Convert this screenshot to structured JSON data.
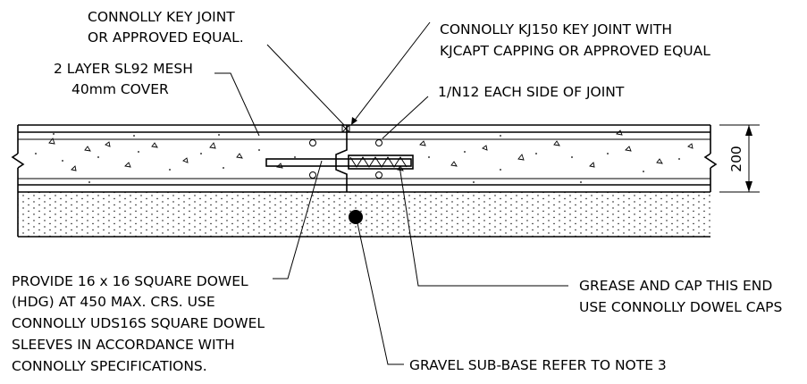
{
  "labels": {
    "key_joint_1": "CONNOLLY KEY JOINT",
    "key_joint_2": "OR APPROVED EQUAL.",
    "kj150_1": "CONNOLLY KJ150 KEY JOINT WITH",
    "kj150_2": "KJCAPT CAPPING OR APPROVED EQUAL",
    "mesh_1": "2 LAYER SL92 MESH",
    "mesh_2": "40mm COVER",
    "n12": "1/N12 EACH SIDE OF JOINT",
    "dimension": "200",
    "dowel_1": "PROVIDE 16 x 16 SQUARE DOWEL",
    "dowel_2": "(HDG) AT 450 MAX. CRS. USE",
    "dowel_3": "CONNOLLY UDS16S SQUARE DOWEL",
    "dowel_4": "SLEEVES IN ACCORDANCE WITH",
    "dowel_5": "CONNOLLY SPECIFICATIONS.",
    "grease_1": "GREASE AND CAP THIS END",
    "grease_2": "USE CONNOLLY DOWEL CAPS",
    "gravel": "GRAVEL SUB-BASE REFER TO NOTE 3"
  },
  "colors": {
    "line": "#000000",
    "background": "#ffffff"
  }
}
